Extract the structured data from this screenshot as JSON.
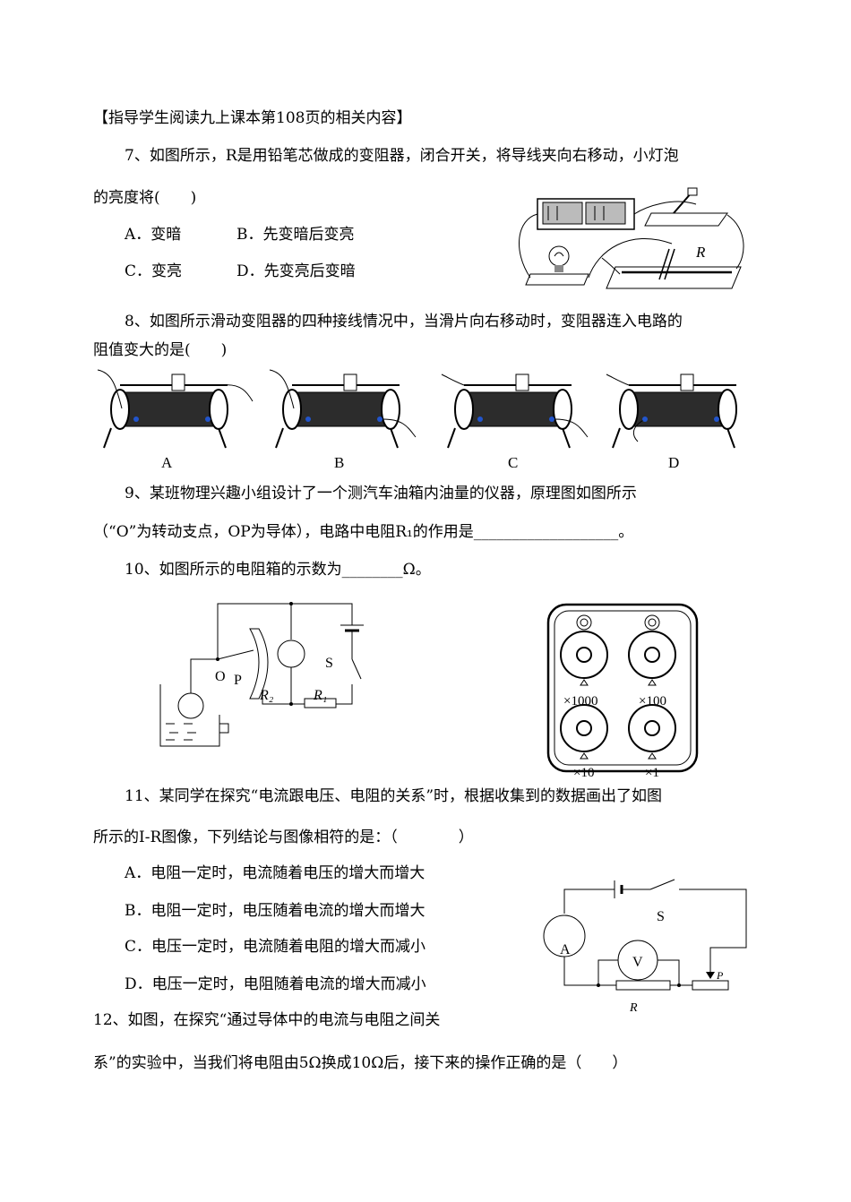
{
  "header": "【指导学生阅读九上课本第108页的相关内容】",
  "q7": {
    "line1": "7、如图所示，R是用铅笔芯做成的变阻器，闭合开关，将导线夹向右移动，小灯泡",
    "line2": "的亮度将(　　)",
    "optA": "A．变暗",
    "optB": "B．先变暗后变亮",
    "optC": "C．变亮",
    "optD": "D．先变亮后变暗",
    "fig_label": "R"
  },
  "q8": {
    "line1": "8、如图所示滑动变阻器的四种接线情况中，当滑片向右移动时，变阻器连入电路的",
    "line2": "阻值变大的是(　　)",
    "labels": [
      "A",
      "B",
      "C",
      "D"
    ]
  },
  "q9": {
    "line1": "9、某班物理兴趣小组设计了一个测汽车油箱内油量的仪器，原理图如图所示",
    "line2": "（“O”为转动支点，OP为导体），电路中电阻R₁的作用是___________________。",
    "fig": {
      "O": "O",
      "P": "P",
      "R2": "R₂",
      "R1": "R₁",
      "S": "S"
    }
  },
  "q10": {
    "line1": "10、如图所示的电阻箱的示数为________Ω。",
    "mult": [
      "×1000",
      "×100",
      "×10",
      "×1"
    ]
  },
  "q11": {
    "line1": "11、某同学在探究“电流跟电压、电阻的关系”时，根据收集到的数据画出了如图",
    "line2": "所示的I-R图像，下列结论与图像相符的是：（　　　　）",
    "optA": "A．电阻一定时，电流随着电压的增大而增大",
    "optB": "B．电阻一定时，电压随着电流的增大而增大",
    "optC": "C．电压一定时，电流随着电阻的增大而减小",
    "optD": "D．电压一定时，电阻随着电流的增大而减小",
    "fig": {
      "S": "S",
      "A": "A",
      "V": "V",
      "R": "R",
      "P": "P"
    }
  },
  "q12": {
    "line1": "12、如图，在探究“通过导体中的电流与电阻之间关",
    "line2": "系”的实验中，当我们将电阻由5Ω换成10Ω后，接下来的操作正确的是（　　）"
  }
}
